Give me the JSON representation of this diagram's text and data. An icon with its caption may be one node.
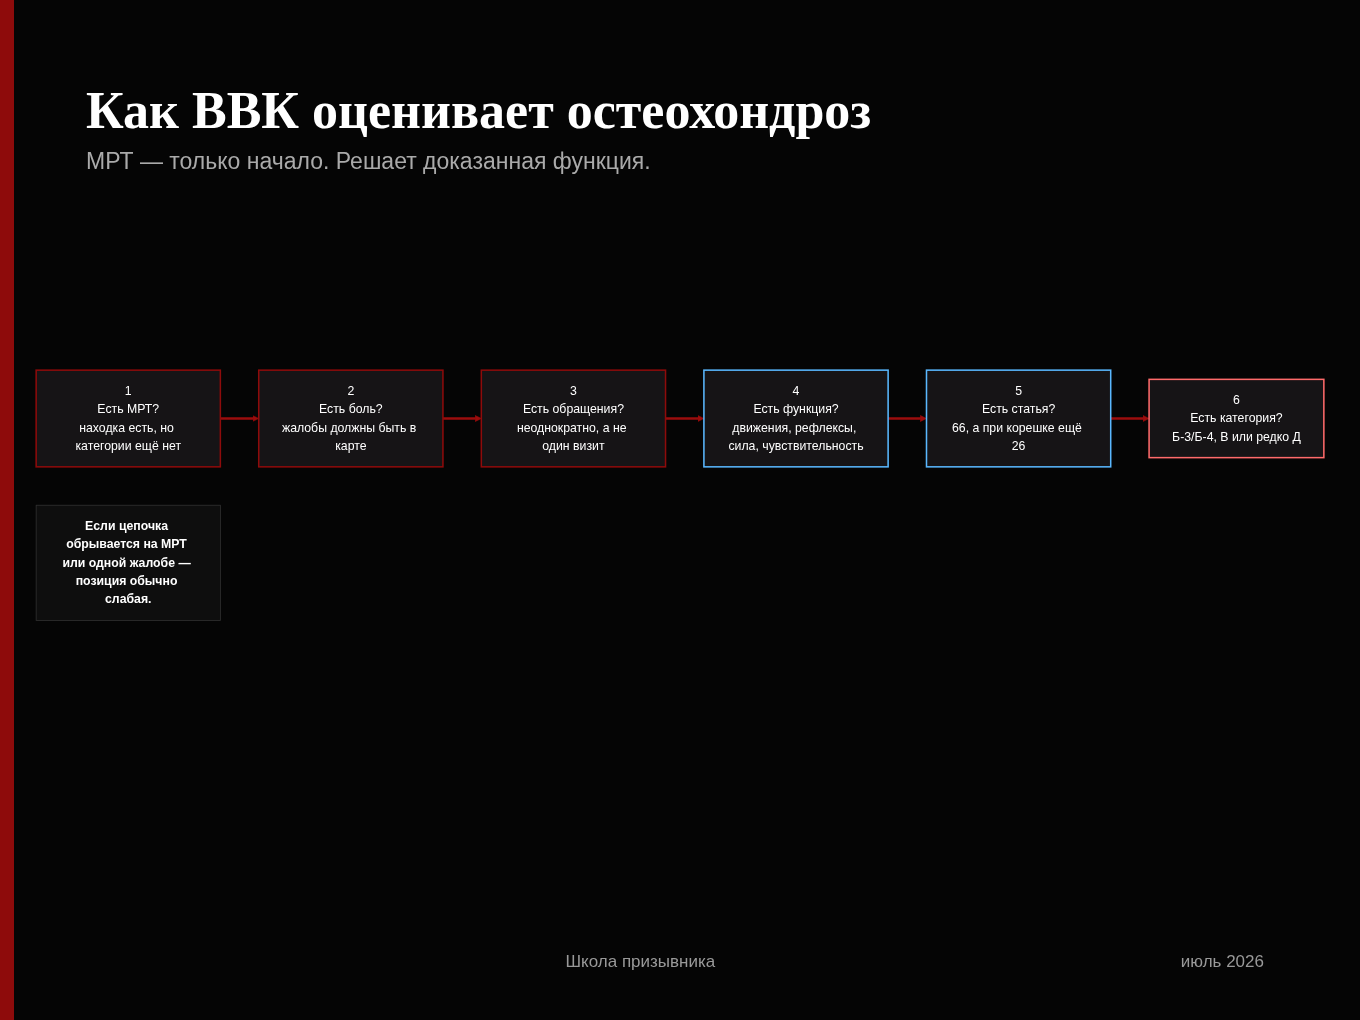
{
  "diagram": {
    "title": "Как ВВК оценивает остеохондроз",
    "nodes": [
      {
        "text": [
          "1",
          "Есть МРТ?",
          "находка есть, но категории ещё нет"
        ]
      },
      {
        "text": [
          "2",
          "Есть боль?",
          "жалобы должны быть в карте"
        ]
      },
      {
        "text": [
          "3",
          "Есть обращения?",
          "неоднократно, а не один визит"
        ]
      },
      {
        "text": [
          "4",
          "Есть функция?",
          "движения, рефлексы, сила, чувствительность"
        ]
      },
      {
        "text": [
          "5",
          "Есть статья?",
          "66, а при корешке ещё 26"
        ]
      },
      {
        "text": [
          "6",
          "Есть категория?",
          "Б-3/Б-4, В или редко Д"
        ]
      },
      {
        "text": [
          "Если цепочка обрывается на МРТ или одной жалобе — позиция обычно слабая."
        ]
      }
    ],
    "edges": [
      {
        "from": 0,
        "to": 1,
        "arrow": "to",
        "color": "#9b0d0d"
      },
      {
        "from": 1,
        "to": 2,
        "arrow": "to",
        "color": "#9b0d0d"
      },
      {
        "from": 2,
        "to": 3,
        "arrow": "to",
        "color": "#9b0d0d"
      },
      {
        "from": 3,
        "to": 4,
        "arrow": "to",
        "color": "#9b0d0d"
      },
      {
        "from": 4,
        "to": 5,
        "arrow": "to",
        "color": "#9b0d0d"
      }
    ],
    "labels": [
      "МРТ — только начало. Решает доказанная функция.",
      "Школа призывника",
      "июль 2026"
    ]
  }
}
